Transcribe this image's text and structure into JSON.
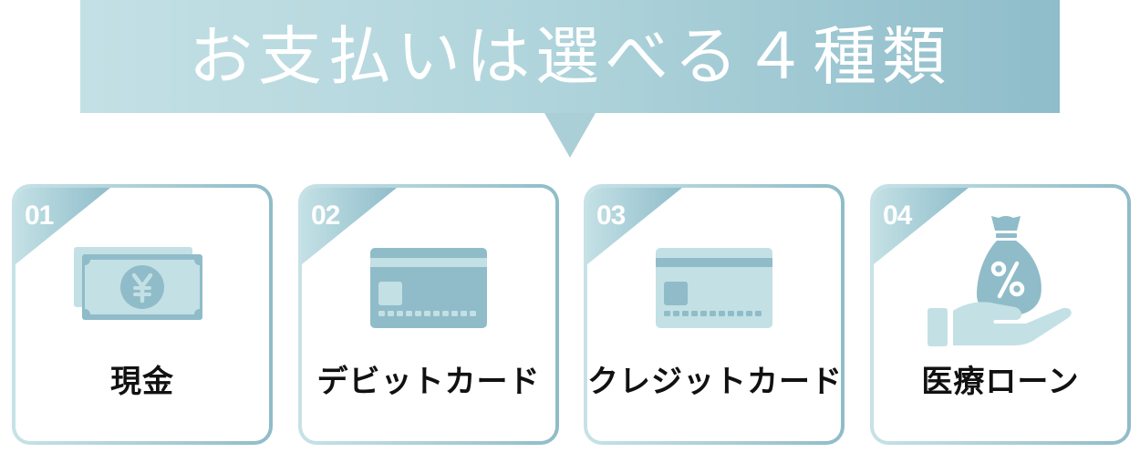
{
  "banner": {
    "title": "お支払いは選べる４種類",
    "colors": {
      "gradient_start": "#c3e0e5",
      "gradient_end": "#8fbdca",
      "text": "#ffffff"
    }
  },
  "cards": [
    {
      "number": "01",
      "label": "現金",
      "icon": "cash-yen-icon"
    },
    {
      "number": "02",
      "label": "デビットカード",
      "icon": "debit-card-icon"
    },
    {
      "number": "03",
      "label": "クレジットカード",
      "icon": "credit-card-icon"
    },
    {
      "number": "04",
      "label": "医療ローン",
      "icon": "loan-money-bag-hand-icon"
    }
  ],
  "colors": {
    "icon_dark": "#8fbcc8",
    "icon_light": "#c3e0e5",
    "label_text": "#111111",
    "card_bg": "#ffffff"
  }
}
